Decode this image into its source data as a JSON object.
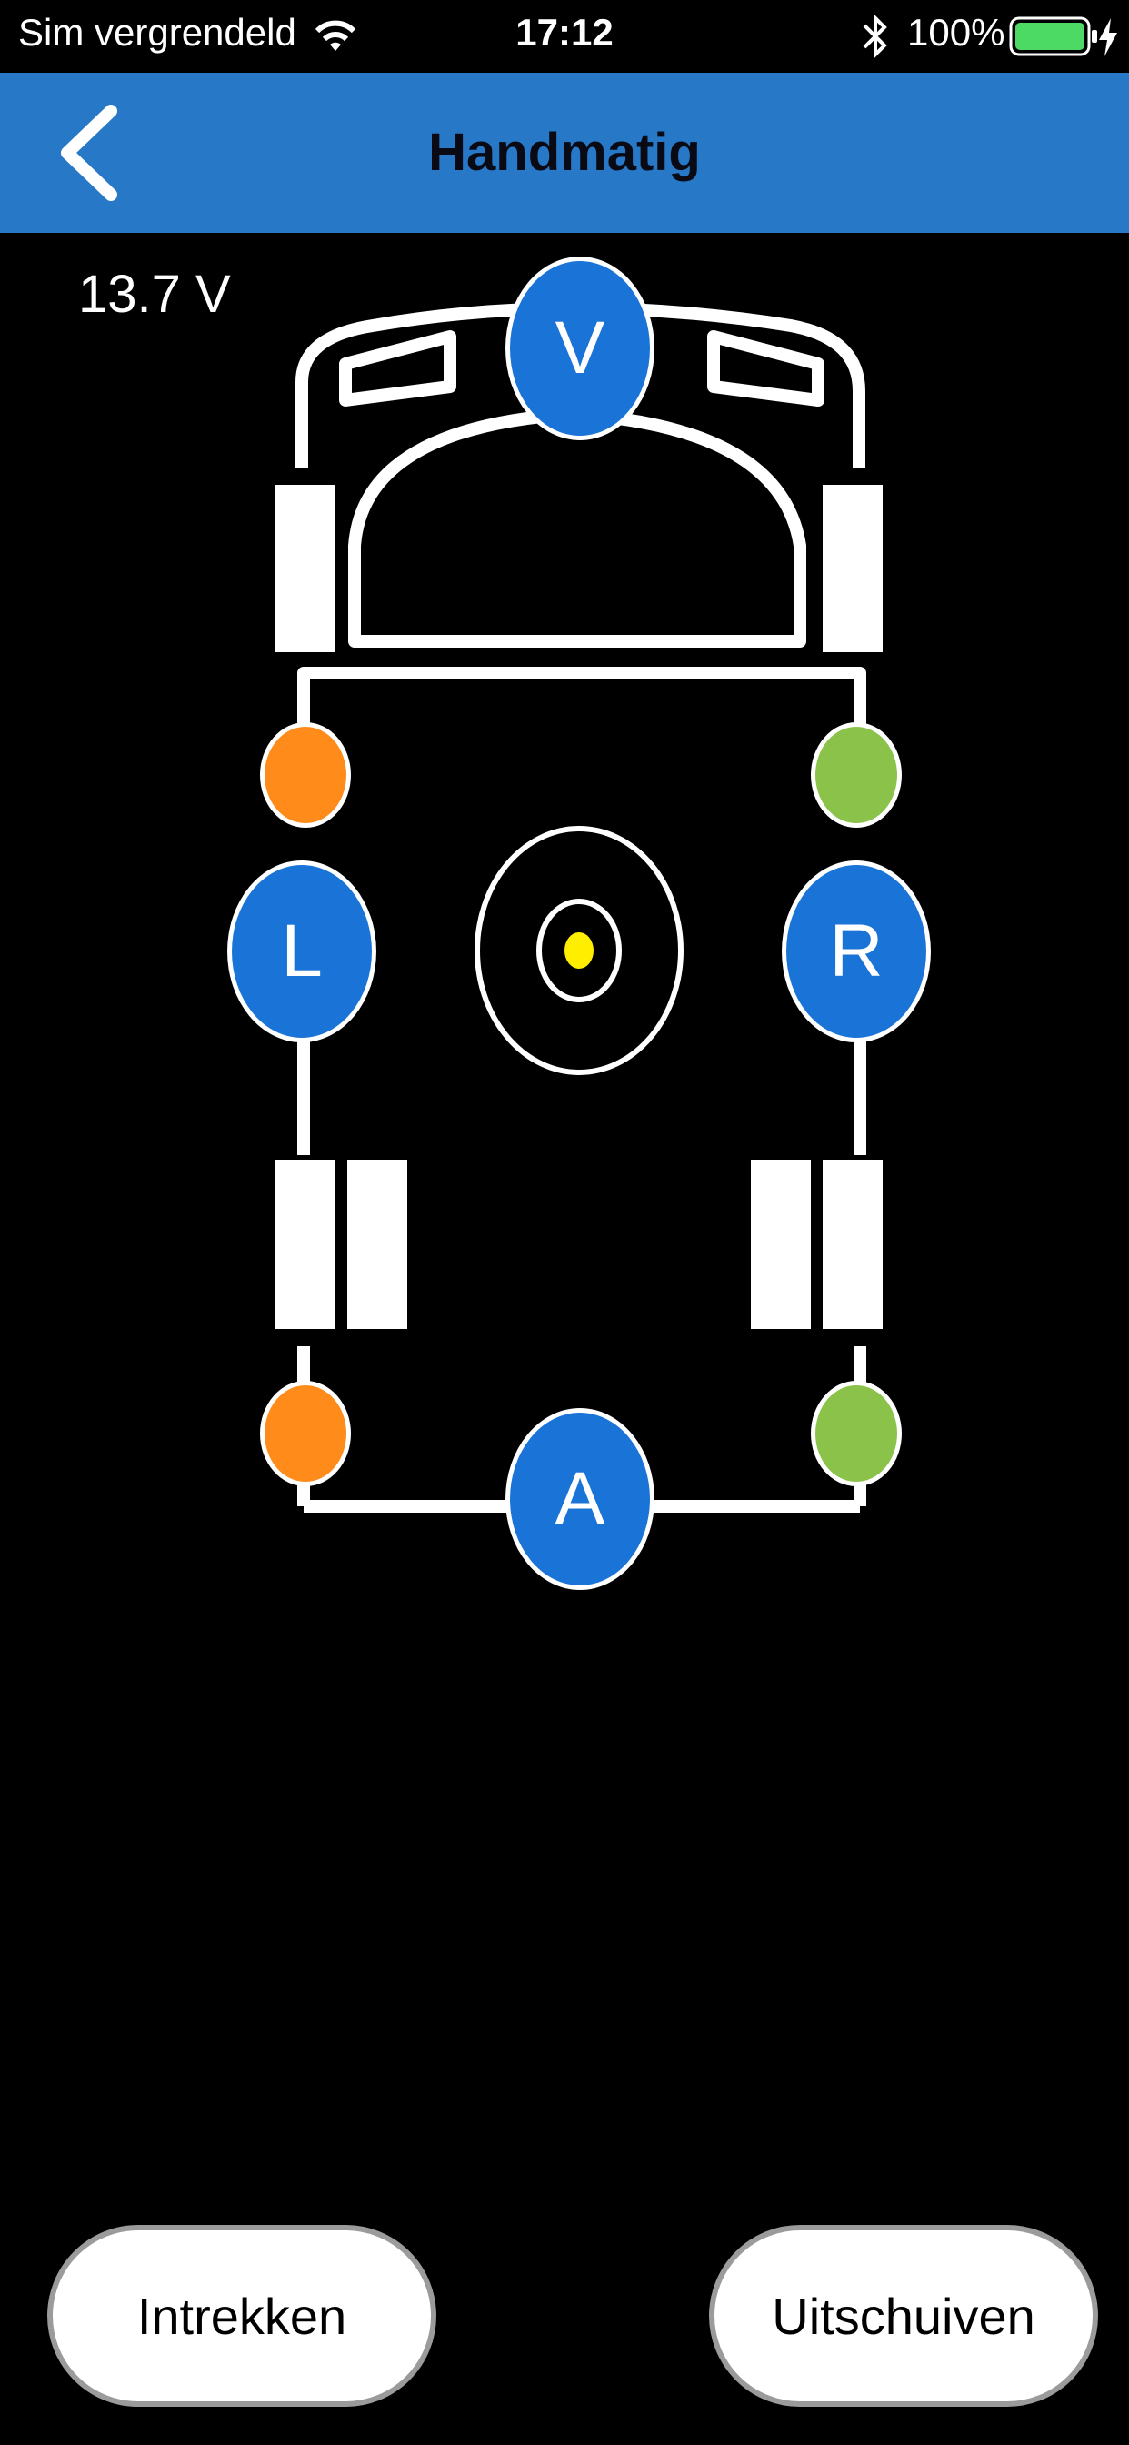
{
  "status_bar": {
    "carrier": "Sim vergrendeld",
    "time": "17:12",
    "battery": "100%",
    "icons": [
      "wifi-icon",
      "bluetooth-icon",
      "battery-icon",
      "charging-bolt-icon"
    ]
  },
  "nav": {
    "title": "Handmatig",
    "back_icon": "chevron-left-icon",
    "color": "#2878c8"
  },
  "voltage": "13.7 V",
  "legs": {
    "front": "V",
    "left": "L",
    "right": "R",
    "rear": "A"
  },
  "indicator_colors": {
    "front_left": "#ff8c1a",
    "front_right": "#8bc34a",
    "rear_left": "#ff8c1a",
    "rear_right": "#8bc34a",
    "level_bubble": "#ffee00",
    "leg_button": "#1a73d6"
  },
  "buttons": {
    "retract": "Intrekken",
    "extend": "Uitschuiven"
  }
}
